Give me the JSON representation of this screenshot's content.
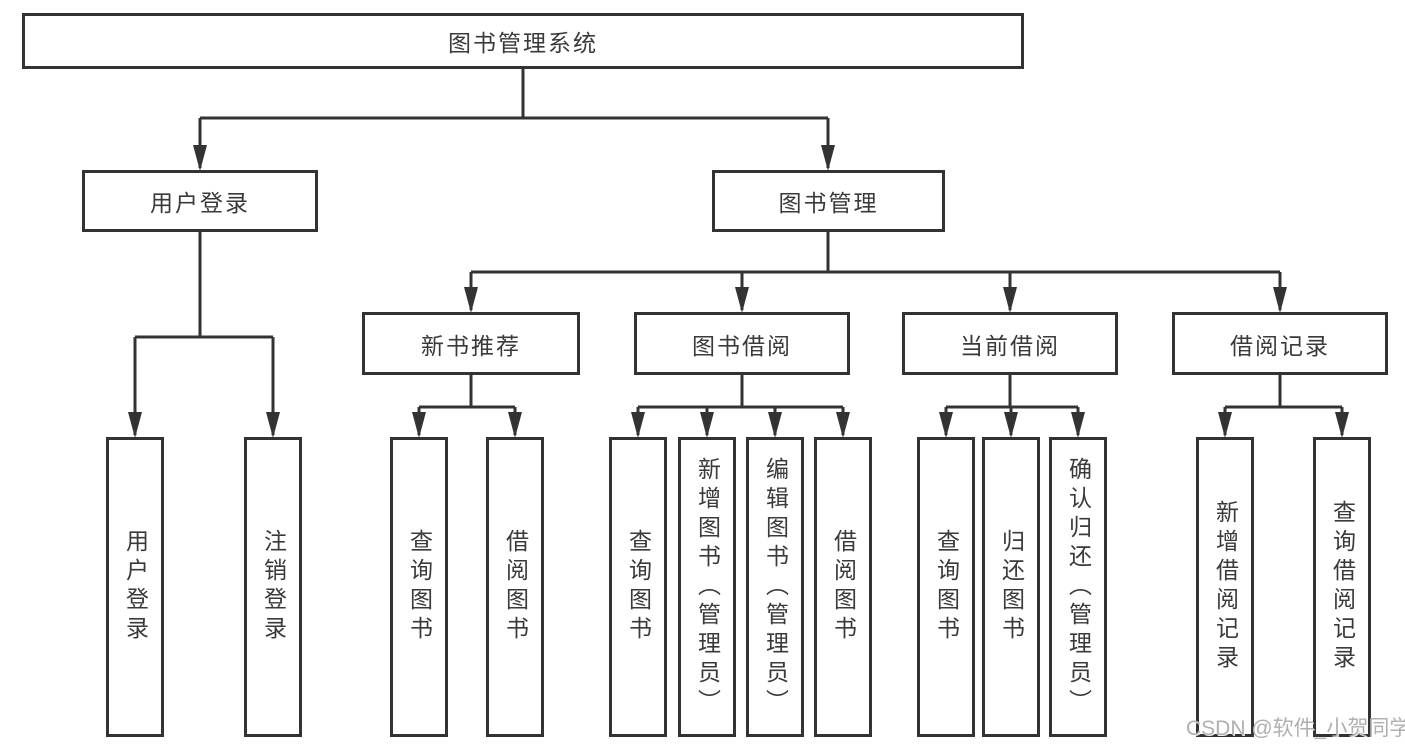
{
  "colors": {
    "line": "#333333",
    "box_border": "#333333",
    "text": "#3a3a3a",
    "background": "#ffffff",
    "watermark": "#b0b0b0"
  },
  "watermark": {
    "text": "CSDN @软件_小贺同学"
  },
  "tree": {
    "label": "图书管理系统",
    "children": [
      {
        "label": "用户登录",
        "children": [
          {
            "label": "用户登录"
          },
          {
            "label": "注销登录"
          }
        ]
      },
      {
        "label": "图书管理",
        "children": [
          {
            "label": "新书推荐",
            "children": [
              {
                "label": "查询图书"
              },
              {
                "label": "借阅图书"
              }
            ]
          },
          {
            "label": "图书借阅",
            "children": [
              {
                "label": "查询图书"
              },
              {
                "label": "新增图书（管理员）"
              },
              {
                "label": "编辑图书（管理员）"
              },
              {
                "label": "借阅图书"
              }
            ]
          },
          {
            "label": "当前借阅",
            "children": [
              {
                "label": "查询图书"
              },
              {
                "label": "归还图书"
              },
              {
                "label": "确认归还（管理员）"
              }
            ]
          },
          {
            "label": "借阅记录",
            "children": [
              {
                "label": "新增借阅记录"
              },
              {
                "label": "查询借阅记录"
              }
            ]
          }
        ]
      }
    ]
  }
}
